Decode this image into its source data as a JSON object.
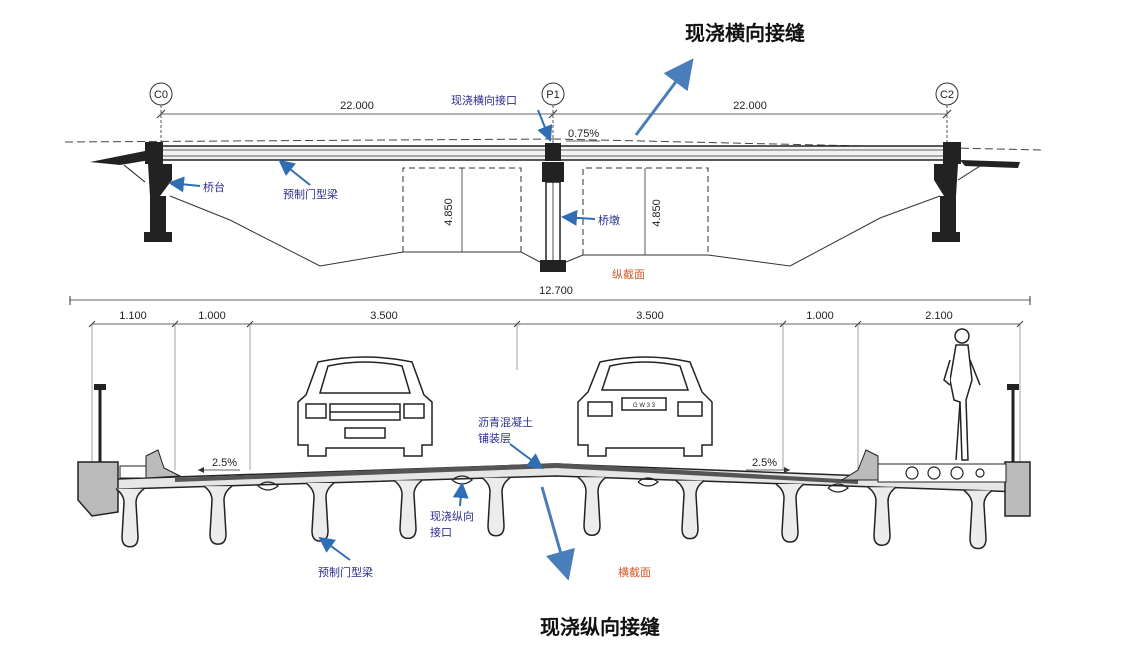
{
  "title_top": "现浇横向接缝",
  "title_bottom": "现浇纵向接缝",
  "longitudinal": {
    "axes": [
      "C0",
      "P1",
      "C2"
    ],
    "span_left": "22.000",
    "span_right": "22.000",
    "slope": "0.75%",
    "joint_label": "现浇横向接口",
    "abutment_label": "桥台",
    "beam_label": "预制门型梁",
    "pier_label": "桥墩",
    "clearance_left": "4.850",
    "clearance_right": "4.850",
    "section_name": "纵截面"
  },
  "cross": {
    "total_width": "12.700",
    "widths": [
      "1.100",
      "1.000",
      "3.500",
      "3.500",
      "1.000",
      "2.100"
    ],
    "slope_left": "2.5%",
    "slope_right": "2.5%",
    "paving_line1": "沥青混凝土",
    "paving_line2": "铺装层",
    "joint_line1": "现浇纵向",
    "joint_line2": "接口",
    "beam_label": "预制门型梁",
    "section_name": "横截面",
    "plate_text": "G W 3 3"
  },
  "colors": {
    "arrow": "#4a7ebb",
    "label": "#2b2f8f",
    "section": "#d2572a"
  }
}
